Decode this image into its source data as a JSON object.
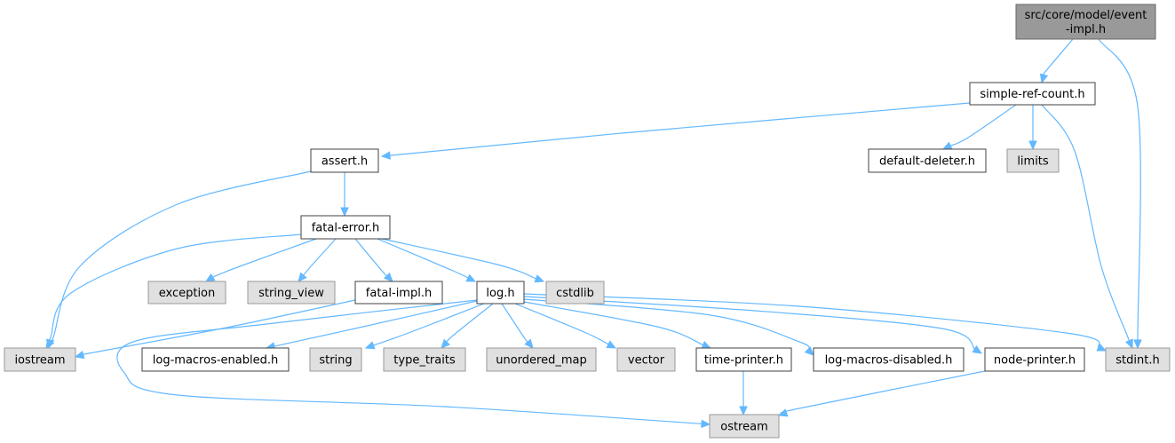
{
  "graph": {
    "colors": {
      "edge": "#63b8ff",
      "root_fill": "#999999",
      "root_border": "#666666",
      "header_fill": "#ffffff",
      "header_border": "#404040",
      "system_fill": "#e0e0e0",
      "system_border": "#999999"
    },
    "nodes": [
      {
        "id": "event-impl",
        "lines": [
          "src/core/model/event",
          "-impl.h"
        ],
        "kind": "root"
      },
      {
        "id": "simple-ref-count",
        "lines": [
          "simple-ref-count.h"
        ],
        "kind": "header"
      },
      {
        "id": "assert",
        "lines": [
          "assert.h"
        ],
        "kind": "header"
      },
      {
        "id": "default-deleter",
        "lines": [
          "default-deleter.h"
        ],
        "kind": "header"
      },
      {
        "id": "limits",
        "lines": [
          "limits"
        ],
        "kind": "system"
      },
      {
        "id": "fatal-error",
        "lines": [
          "fatal-error.h"
        ],
        "kind": "header"
      },
      {
        "id": "exception",
        "lines": [
          "exception"
        ],
        "kind": "system"
      },
      {
        "id": "string_view",
        "lines": [
          "string_view"
        ],
        "kind": "system"
      },
      {
        "id": "fatal-impl",
        "lines": [
          "fatal-impl.h"
        ],
        "kind": "header"
      },
      {
        "id": "log",
        "lines": [
          "log.h"
        ],
        "kind": "header"
      },
      {
        "id": "cstdlib",
        "lines": [
          "cstdlib"
        ],
        "kind": "system"
      },
      {
        "id": "iostream",
        "lines": [
          "iostream"
        ],
        "kind": "system"
      },
      {
        "id": "log-macros-enabled",
        "lines": [
          "log-macros-enabled.h"
        ],
        "kind": "header"
      },
      {
        "id": "string",
        "lines": [
          "string"
        ],
        "kind": "system"
      },
      {
        "id": "type_traits",
        "lines": [
          "type_traits"
        ],
        "kind": "system"
      },
      {
        "id": "unordered_map",
        "lines": [
          "unordered_map"
        ],
        "kind": "system"
      },
      {
        "id": "vector",
        "lines": [
          "vector"
        ],
        "kind": "system"
      },
      {
        "id": "time-printer",
        "lines": [
          "time-printer.h"
        ],
        "kind": "header"
      },
      {
        "id": "log-macros-disabled",
        "lines": [
          "log-macros-disabled.h"
        ],
        "kind": "header"
      },
      {
        "id": "node-printer",
        "lines": [
          "node-printer.h"
        ],
        "kind": "header"
      },
      {
        "id": "stdint",
        "lines": [
          "stdint.h"
        ],
        "kind": "system"
      },
      {
        "id": "ostream",
        "lines": [
          "ostream"
        ],
        "kind": "system"
      }
    ],
    "edges": [
      {
        "from": "event-impl",
        "to": "simple-ref-count"
      },
      {
        "from": "event-impl",
        "to": "stdint"
      },
      {
        "from": "simple-ref-count",
        "to": "assert"
      },
      {
        "from": "simple-ref-count",
        "to": "default-deleter"
      },
      {
        "from": "simple-ref-count",
        "to": "limits"
      },
      {
        "from": "simple-ref-count",
        "to": "stdint"
      },
      {
        "from": "assert",
        "to": "fatal-error"
      },
      {
        "from": "assert",
        "to": "iostream"
      },
      {
        "from": "fatal-error",
        "to": "iostream"
      },
      {
        "from": "fatal-error",
        "to": "exception"
      },
      {
        "from": "fatal-error",
        "to": "string_view"
      },
      {
        "from": "fatal-error",
        "to": "fatal-impl"
      },
      {
        "from": "fatal-error",
        "to": "log"
      },
      {
        "from": "fatal-error",
        "to": "cstdlib"
      },
      {
        "from": "fatal-impl",
        "to": "iostream"
      },
      {
        "from": "log",
        "to": "log-macros-enabled"
      },
      {
        "from": "log",
        "to": "string"
      },
      {
        "from": "log",
        "to": "type_traits"
      },
      {
        "from": "log",
        "to": "unordered_map"
      },
      {
        "from": "log",
        "to": "vector"
      },
      {
        "from": "log",
        "to": "time-printer"
      },
      {
        "from": "log",
        "to": "log-macros-disabled"
      },
      {
        "from": "log",
        "to": "node-printer"
      },
      {
        "from": "log",
        "to": "stdint"
      },
      {
        "from": "log",
        "to": "ostream"
      },
      {
        "from": "time-printer",
        "to": "ostream"
      },
      {
        "from": "node-printer",
        "to": "ostream"
      }
    ]
  }
}
